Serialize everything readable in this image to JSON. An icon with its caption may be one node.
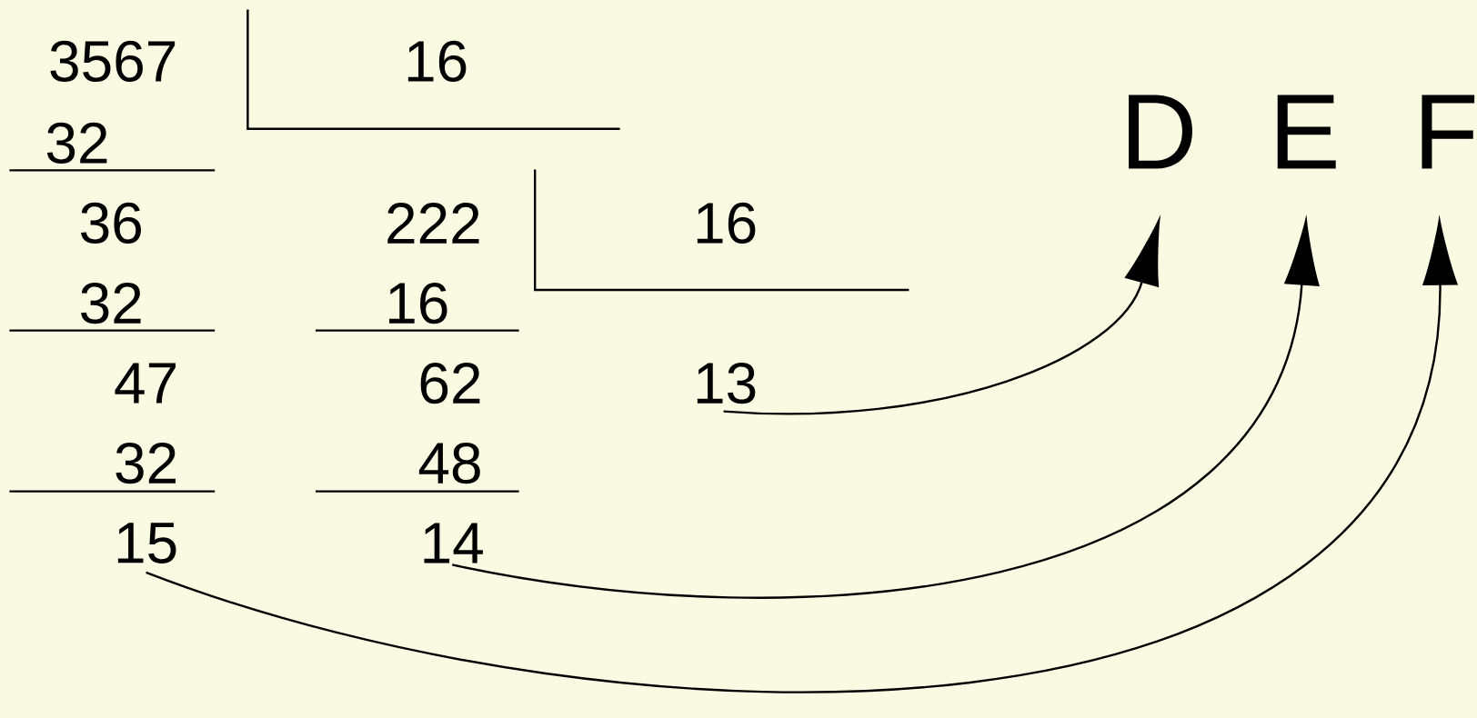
{
  "diagram": {
    "nodes": [
      {
        "text": [
          "D"
        ]
      },
      {
        "text": [
          "E"
        ]
      },
      {
        "text": [
          "F"
        ]
      },
      {
        "text": [
          "13"
        ]
      },
      {
        "text": [
          "15"
        ]
      },
      {
        "text": [
          "14"
        ]
      }
    ],
    "edges": [
      {
        "from": 3,
        "to": 0,
        "arrow": "to"
      },
      {
        "from": 5,
        "to": 1,
        "arrow": "to"
      },
      {
        "from": 4,
        "to": 2,
        "arrow": "to"
      }
    ],
    "labels": [
      "3567",
      "16",
      "32",
      "36",
      "222",
      "16",
      "32",
      "16",
      "47",
      "62",
      "32",
      "48"
    ]
  }
}
